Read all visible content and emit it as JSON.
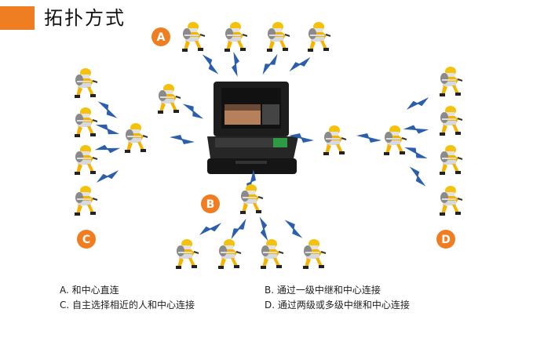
{
  "title": "拓扑方式",
  "accent_color": "#ef7d22",
  "bolt_color": "#2b5fae",
  "badges": {
    "a": "A",
    "b": "B",
    "c": "C",
    "d": "D"
  },
  "legend": {
    "a": "A. 和中心直连",
    "b": "B. 通过一级中继和中心连接",
    "c": "C. 自主选择相近的人和中心连接",
    "d": "D. 通过两级或多级中继和中心连接"
  },
  "icons": {
    "firefighter": "firefighter-icon",
    "radio_link": "lightning-bolt-icon",
    "center": "laptop-command-center-icon"
  }
}
